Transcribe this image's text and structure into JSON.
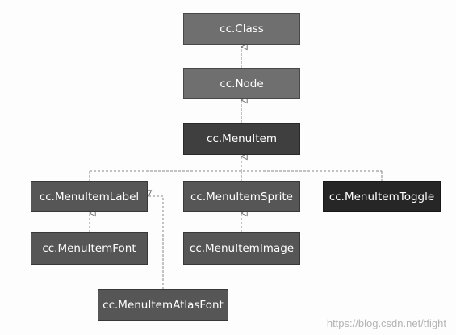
{
  "diagram": {
    "nodes": {
      "cc_class": "cc.Class",
      "cc_node": "cc.Node",
      "cc_menu_item": "cc.MenuItem",
      "cc_menu_item_label": "cc.MenuItemLabel",
      "cc_menu_item_sprite": "cc.MenuItemSprite",
      "cc_menu_item_toggle": "cc.MenuItemToggle",
      "cc_menu_item_font": "cc.MenuItemFont",
      "cc_menu_item_image": "cc.MenuItemImage",
      "cc_menu_item_atlas_font": "cc.MenuItemAtlasFont"
    },
    "edges": [
      {
        "child": "cc.Node",
        "parent": "cc.Class"
      },
      {
        "child": "cc.MenuItem",
        "parent": "cc.Node"
      },
      {
        "child": "cc.MenuItemLabel",
        "parent": "cc.MenuItem"
      },
      {
        "child": "cc.MenuItemSprite",
        "parent": "cc.MenuItem"
      },
      {
        "child": "cc.MenuItemToggle",
        "parent": "cc.MenuItem"
      },
      {
        "child": "cc.MenuItemFont",
        "parent": "cc.MenuItemLabel"
      },
      {
        "child": "cc.MenuItemAtlasFont",
        "parent": "cc.MenuItemLabel"
      },
      {
        "child": "cc.MenuItemImage",
        "parent": "cc.MenuItemSprite"
      }
    ]
  },
  "watermark": "https://blog.csdn.net/tfight"
}
